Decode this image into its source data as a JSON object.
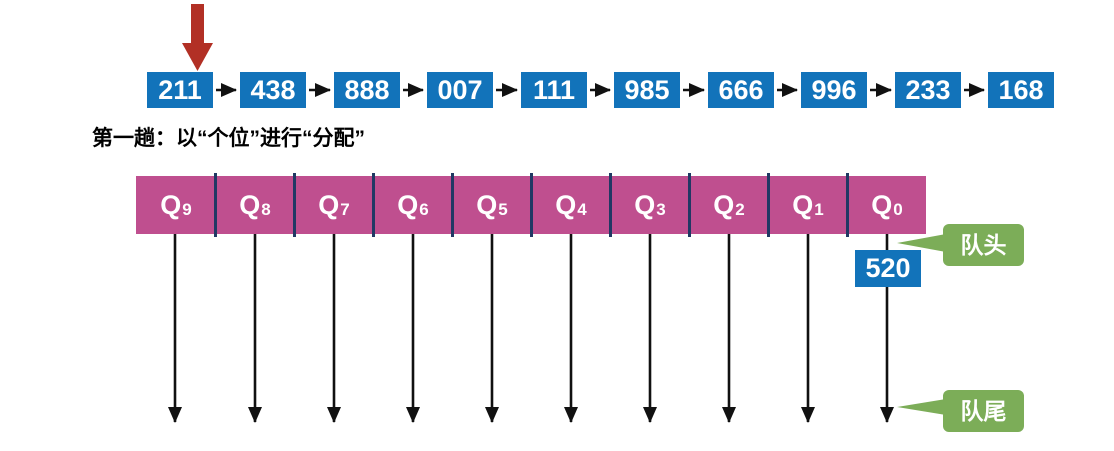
{
  "caption": "第一趟：以“个位”进行“分配”",
  "chain": {
    "items": [
      "211",
      "438",
      "888",
      "007",
      "111",
      "985",
      "666",
      "996",
      "233",
      "168"
    ]
  },
  "queue": {
    "cells": [
      {
        "q": "Q",
        "sub": "9"
      },
      {
        "q": "Q",
        "sub": "8"
      },
      {
        "q": "Q",
        "sub": "7"
      },
      {
        "q": "Q",
        "sub": "6"
      },
      {
        "q": "Q",
        "sub": "5"
      },
      {
        "q": "Q",
        "sub": "4"
      },
      {
        "q": "Q",
        "sub": "3"
      },
      {
        "q": "Q",
        "sub": "2"
      },
      {
        "q": "Q",
        "sub": "1"
      },
      {
        "q": "Q",
        "sub": "0"
      }
    ]
  },
  "dequeued_value": "520",
  "callouts": {
    "head": "队头",
    "tail": "队尾"
  },
  "colors": {
    "node_blue": "#1273BA",
    "queue_magenta": "#BF4F8F",
    "divider_navy": "#203864",
    "callout_green": "#7CAD58",
    "pointer_red": "#B23025",
    "arrow_black": "#111111"
  }
}
